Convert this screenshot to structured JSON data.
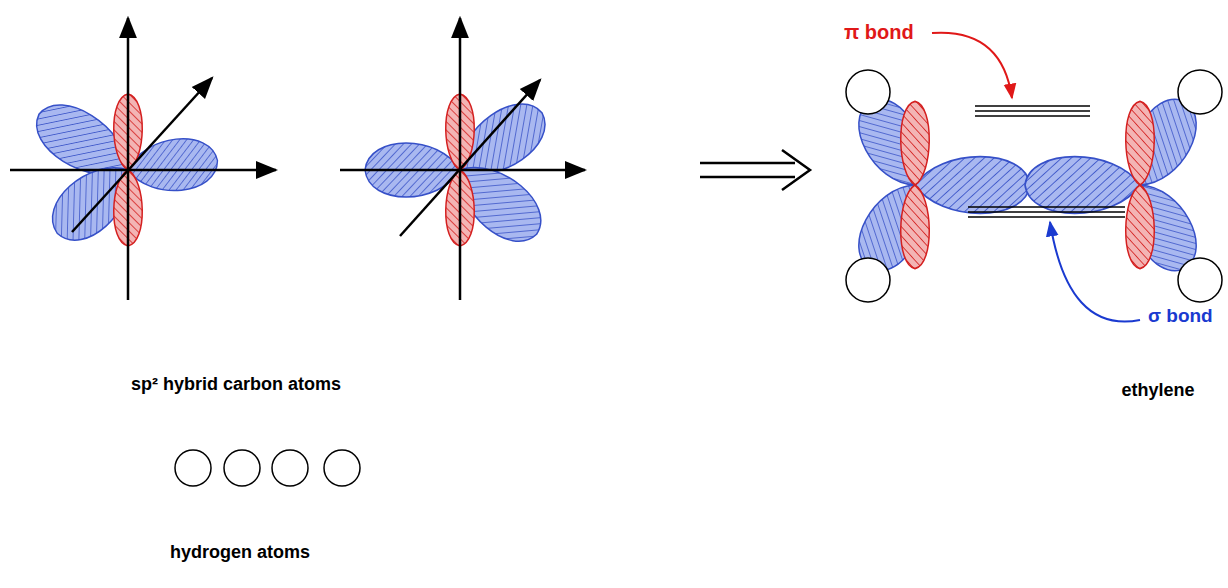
{
  "diagram": {
    "labels": [
      "π bond",
      "σ bond",
      "sp² hybrid carbon atoms",
      "hydrogen atoms",
      "ethylene"
    ]
  }
}
